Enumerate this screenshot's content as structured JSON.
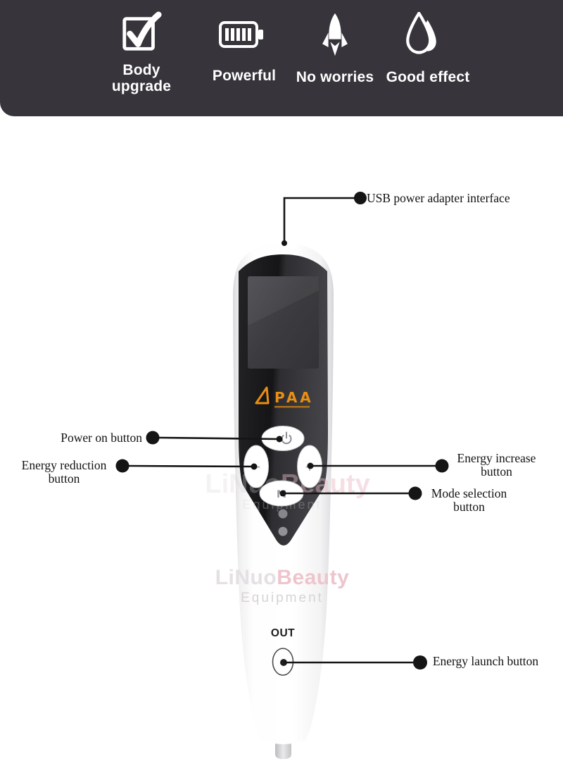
{
  "header": {
    "background_color": "#37343b",
    "features": [
      {
        "icon": "checkbox-icon",
        "label": "Body upgrade"
      },
      {
        "icon": "battery-icon",
        "label": "Powerful"
      },
      {
        "icon": "rocket-icon",
        "label": "No worries"
      },
      {
        "icon": "water-drop-icon",
        "label": "Good effect"
      }
    ]
  },
  "callouts": {
    "usb": "USB power adapter interface",
    "power_on": "Power on button",
    "energy_reduction": "Energy reduction button",
    "energy_increase": "Energy increase button",
    "mode_selection": "Mode selection button",
    "energy_launch": "Energy launch button"
  },
  "device": {
    "brand": "PAA",
    "brand_color": "#e78f12",
    "out_label": "OUT",
    "minus_glyph": "−",
    "plus_glyph": "+",
    "mode_glyph": "M"
  },
  "watermark": {
    "name_part1": "LiNuo",
    "name_part2": "Beauty",
    "line2": "Equipment",
    "pink_color": "#eec5cd"
  }
}
